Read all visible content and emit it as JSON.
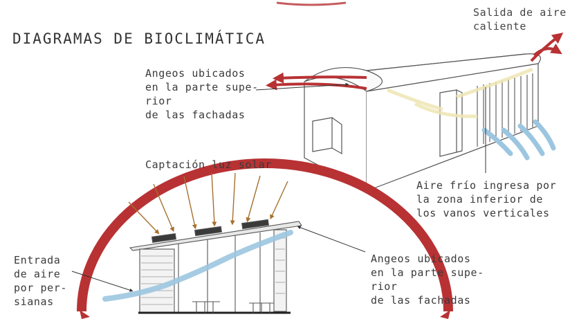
{
  "title": "DIAGRAMAS DE BIOCLIMÁTICA",
  "labels": {
    "hot_air_exit": "Salida de aire\ncaliente",
    "vents_top": "Angeos ubicados\nen la parte supe-\nrior\nde las fachadas",
    "cold_air": "Aire frío ingresa por\nla zona inferior de\nlos vanos verticales",
    "solar": "Captación luz solar",
    "air_entry": "Entrada\nde aire\npor per-\nsianas",
    "vents_section": "Angeos ubicados\nen la parte supe-\nrior\nde las fachadas"
  },
  "colors": {
    "arch_red": "#b83234",
    "cold_air_blue": "#9cc6e0",
    "sun_arrow": "#a5702e",
    "ink": "#3a3a3a"
  }
}
